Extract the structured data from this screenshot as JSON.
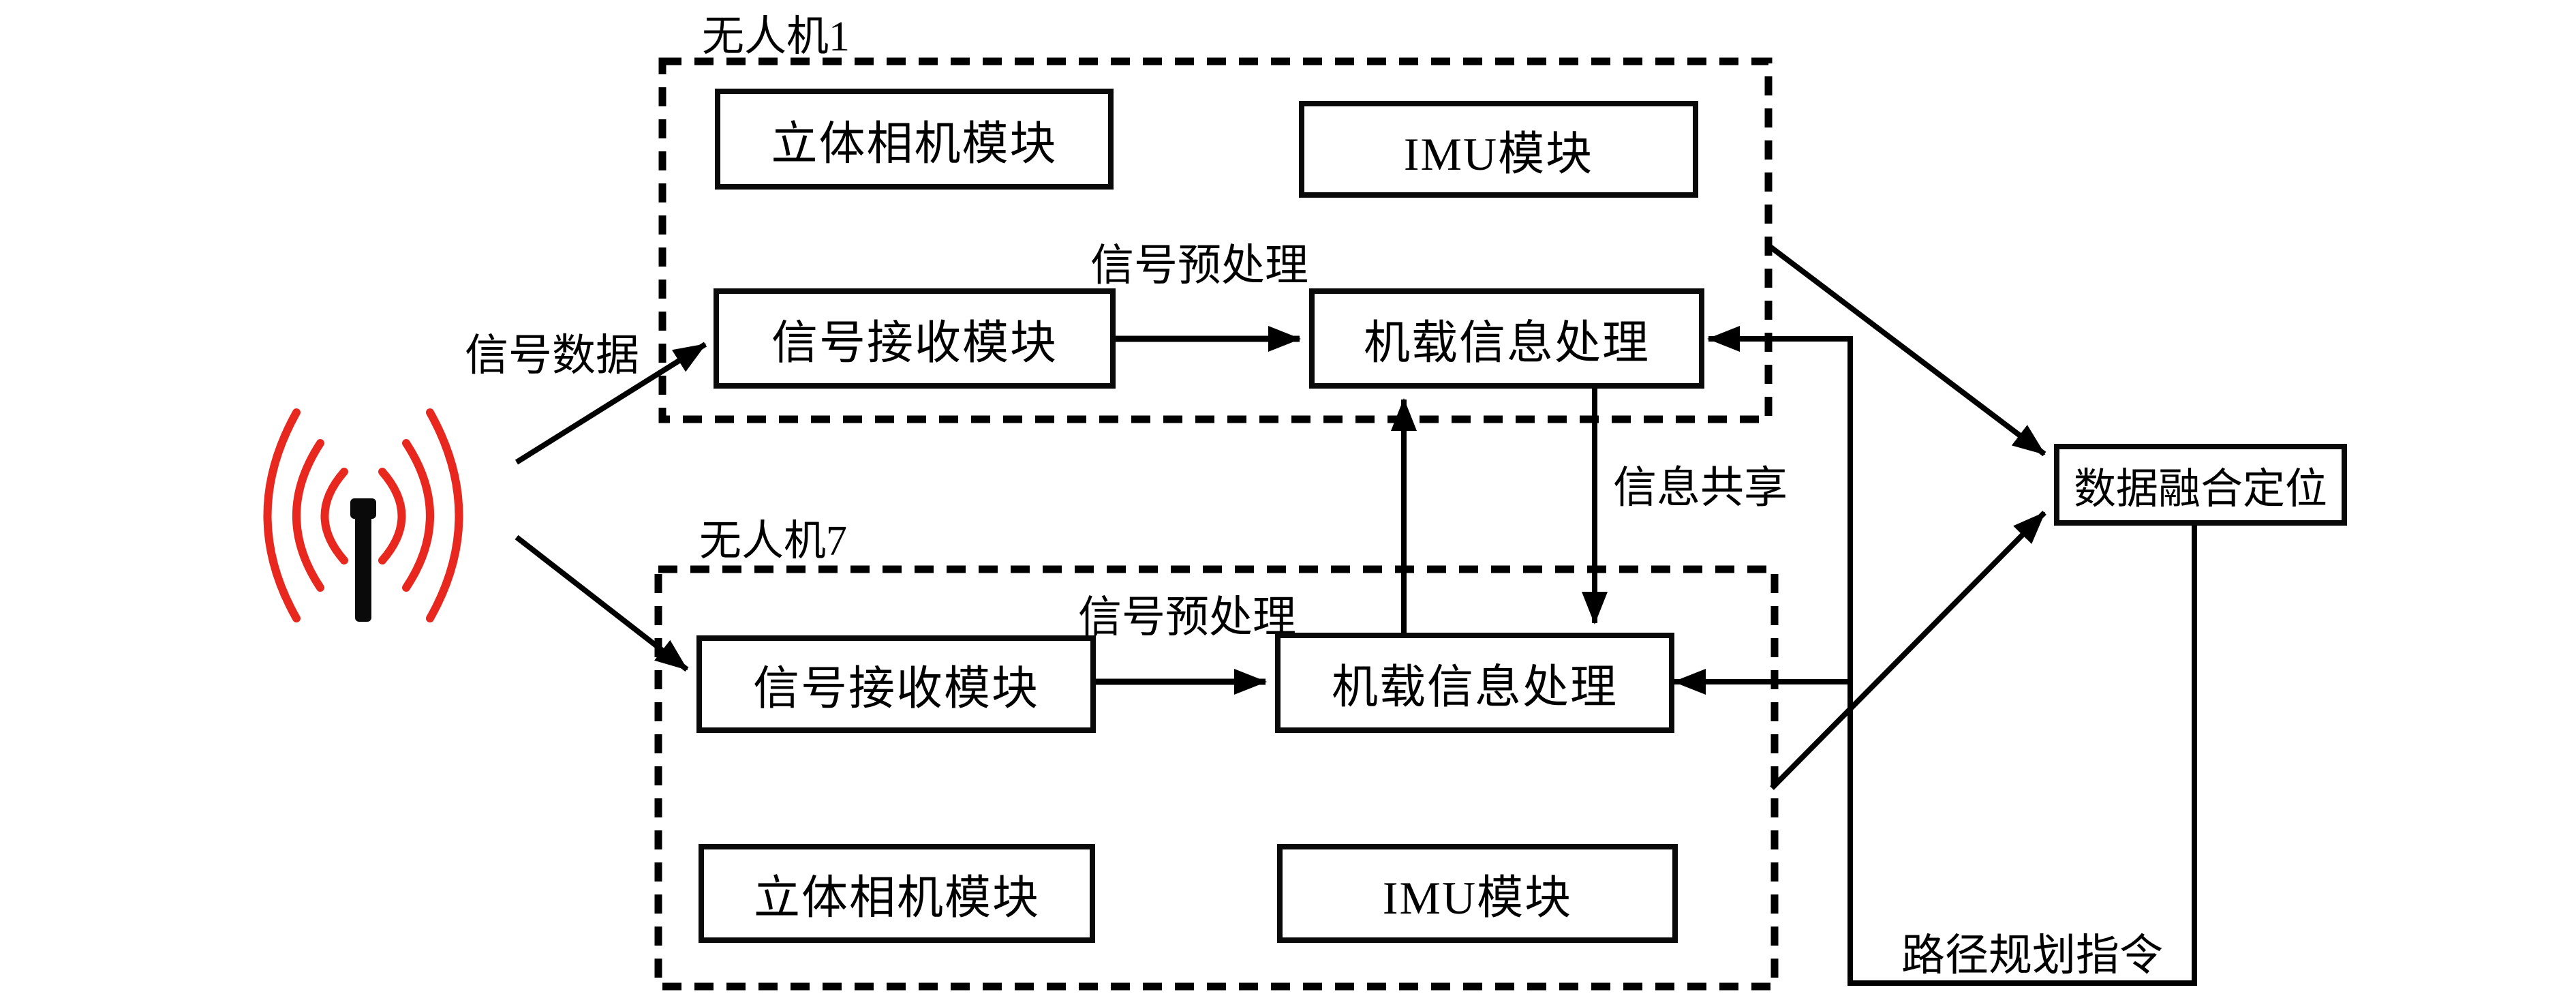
{
  "colors": {
    "background": "#ffffff",
    "line": "#000000",
    "signal_red": "#e8281e"
  },
  "uav1": {
    "title": "无人机1",
    "camera_module": "立体相机模块",
    "imu_module": "IMU模块",
    "receiver_module": "信号接收模块",
    "processor_module": "机载信息处理",
    "preprocess_label": "信号预处理"
  },
  "uav7": {
    "title": "无人机7",
    "camera_module": "立体相机模块",
    "imu_module": "IMU模块",
    "receiver_module": "信号接收模块",
    "processor_module": "机载信息处理",
    "preprocess_label": "信号预处理"
  },
  "annotations": {
    "signal_data": "信号数据",
    "info_share": "信息共享",
    "path_planning": "路径规划指令"
  },
  "fusion": {
    "label": "数据融合定位"
  },
  "icons": {
    "antenna": "radio-signal-icon"
  }
}
